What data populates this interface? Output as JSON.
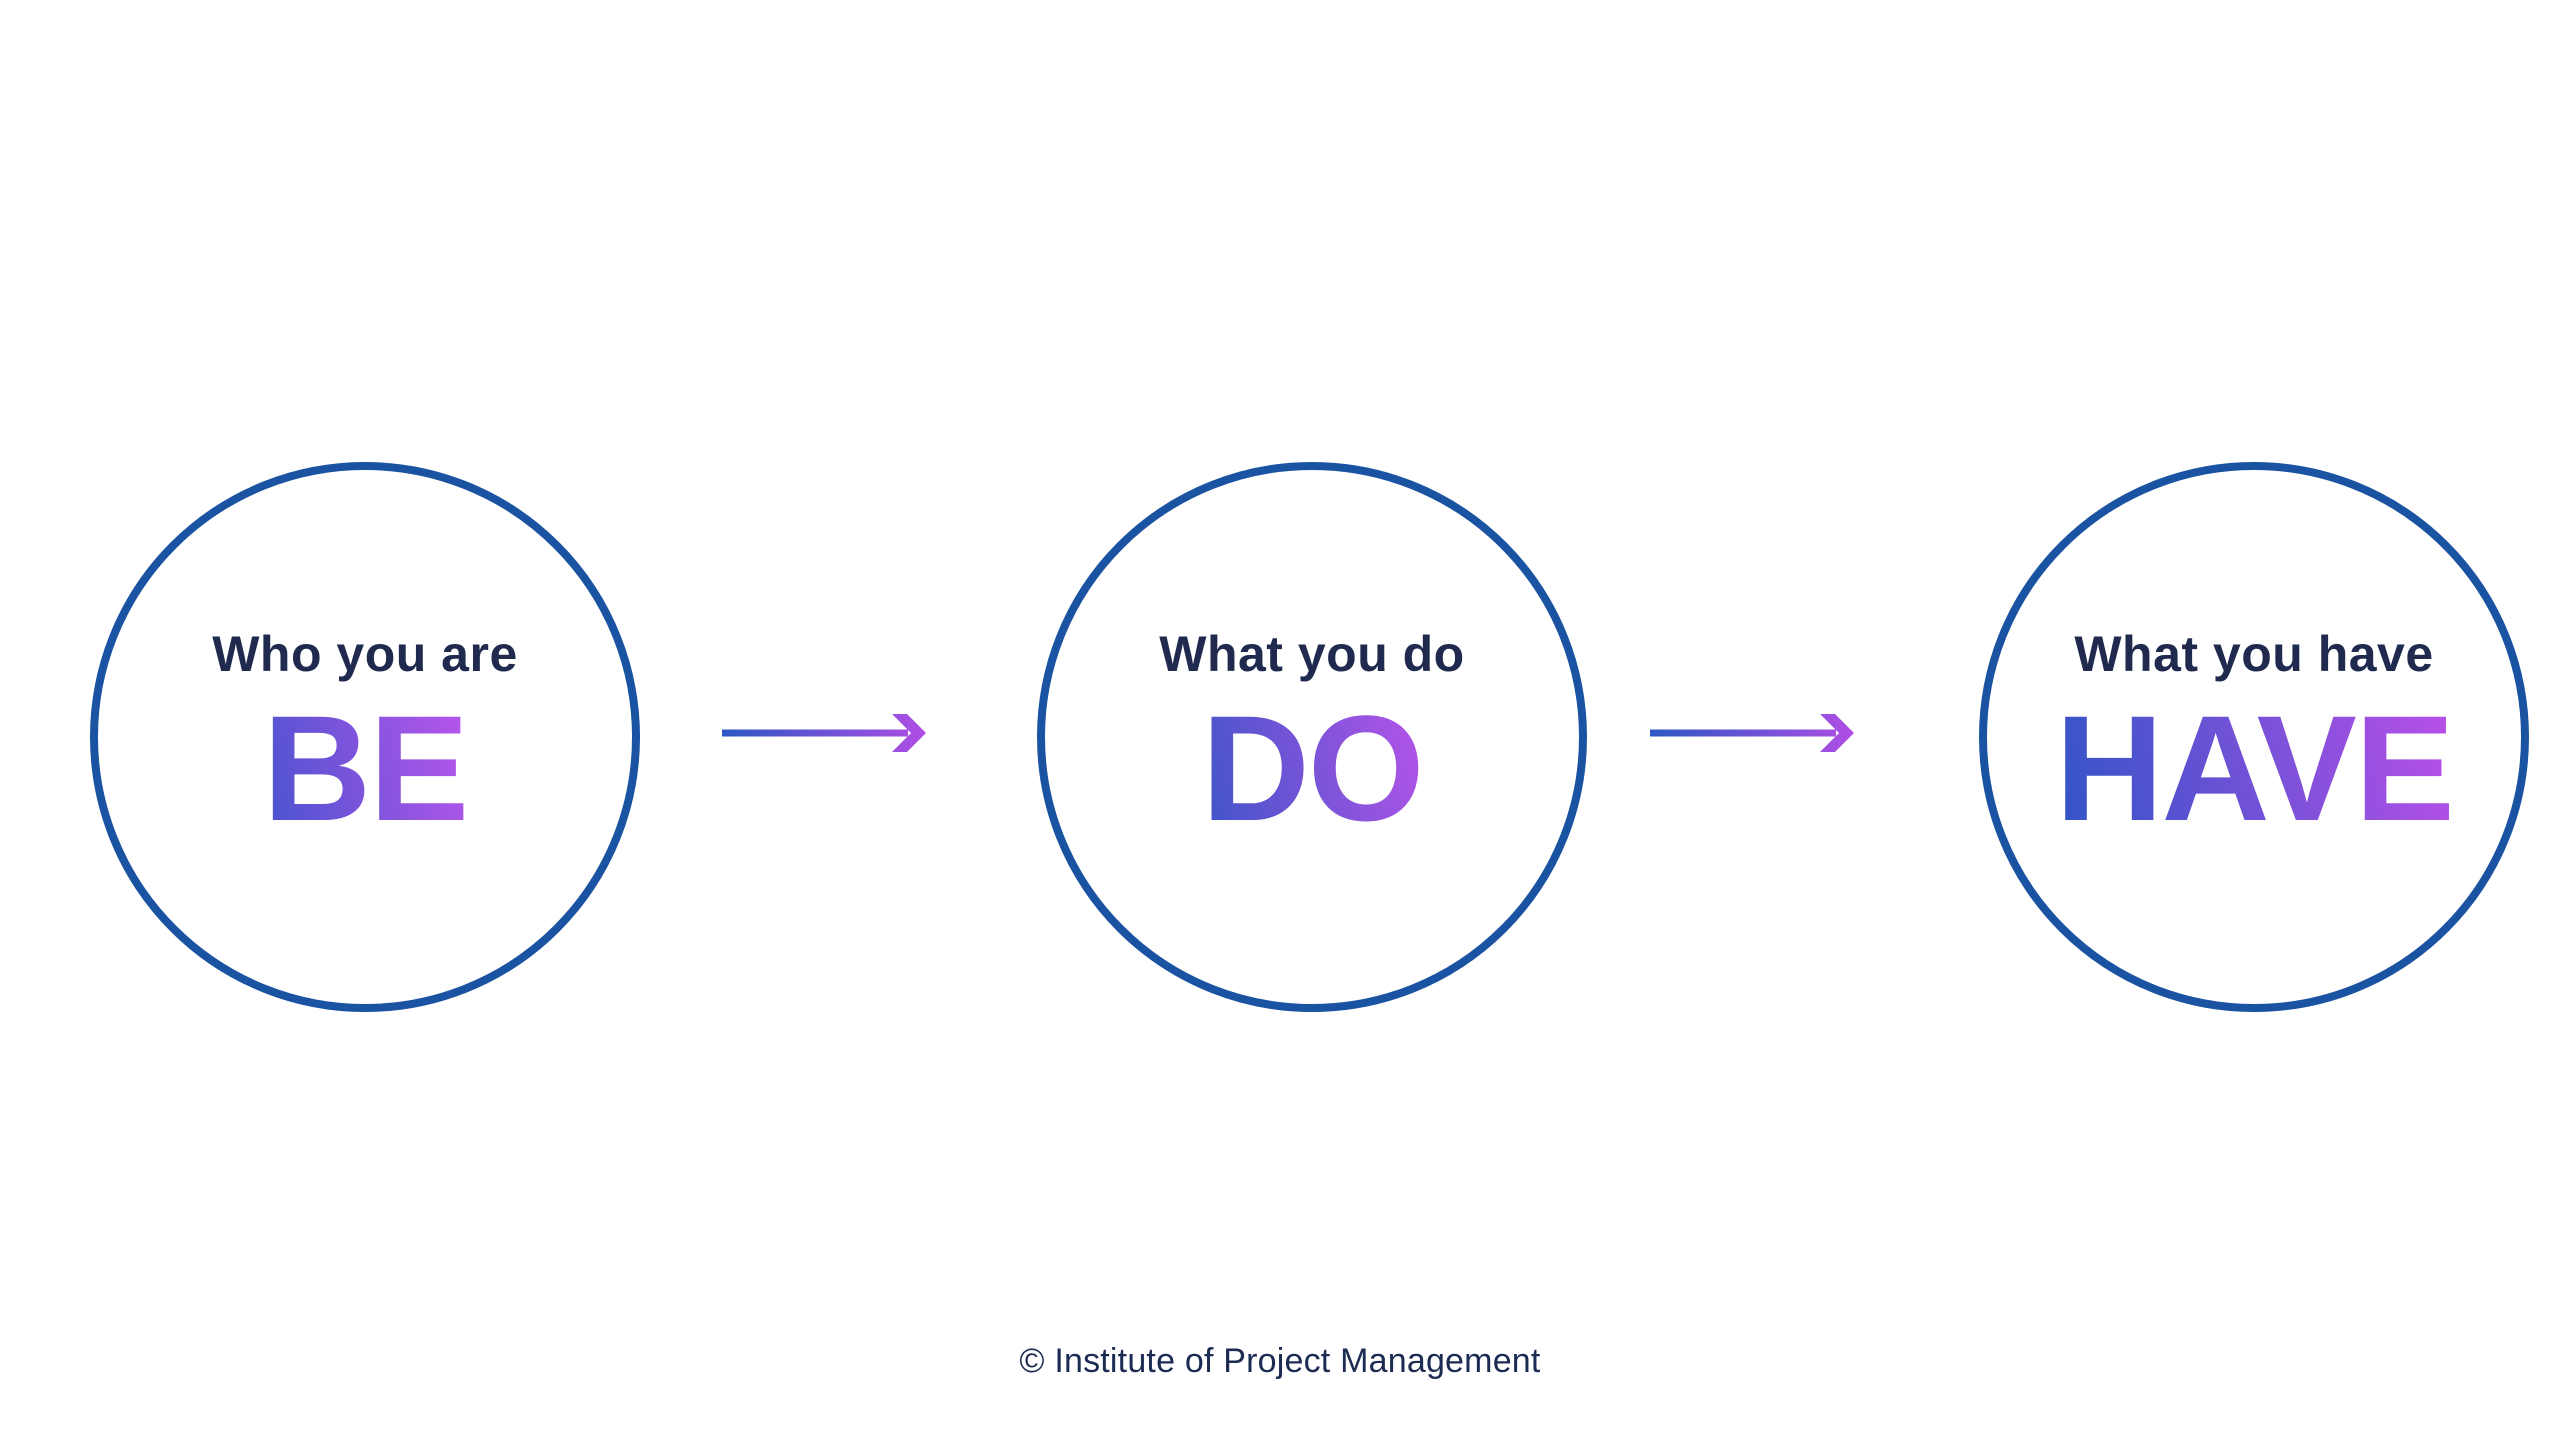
{
  "page": {
    "background": "#ffffff"
  },
  "colors": {
    "circle_border": "#1a53a2",
    "label": "#1f2a4e",
    "footer": "#1c2b51",
    "arrow_gradient_start": "#2b58c4",
    "arrow_gradient_end": "#af4ee4"
  },
  "diagram": {
    "steps": [
      {
        "label": "Who you are",
        "word": "BE",
        "gradient_start": "#4554cd",
        "gradient_end": "#bc55ec"
      },
      {
        "label": "What you do",
        "word": "DO",
        "gradient_start": "#3b55c8",
        "gradient_end": "#b954e8"
      },
      {
        "label": "What you have",
        "word": "HAVE",
        "gradient_start": "#2e54c6",
        "gradient_end": "#bb4fe8"
      }
    ]
  },
  "footer": {
    "text": "© Institute of Project Management"
  }
}
